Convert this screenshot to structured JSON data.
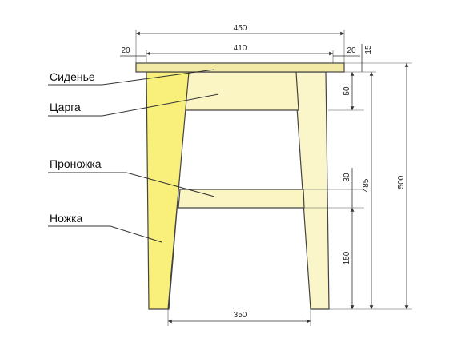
{
  "labels": {
    "seat": "Сиденье",
    "apron": "Царга",
    "stretcher": "Проножка",
    "leg": "Ножка"
  },
  "dimensions": {
    "total_width": "450",
    "inner_width": "410",
    "overhang_left": "20",
    "overhang_right": "20",
    "seat_thickness": "15",
    "apron_height": "50",
    "stretcher_height": "30",
    "leg_height": "485",
    "total_height": "500",
    "stretcher_from_floor": "150",
    "base_width": "350"
  },
  "colors": {
    "seat": "#f3e9a6",
    "leg_front": "#f8f07a",
    "leg_back": "#fbf6c9",
    "apron": "#fbf5c4",
    "stretcher": "#fbf5c4",
    "line": "#333333"
  }
}
